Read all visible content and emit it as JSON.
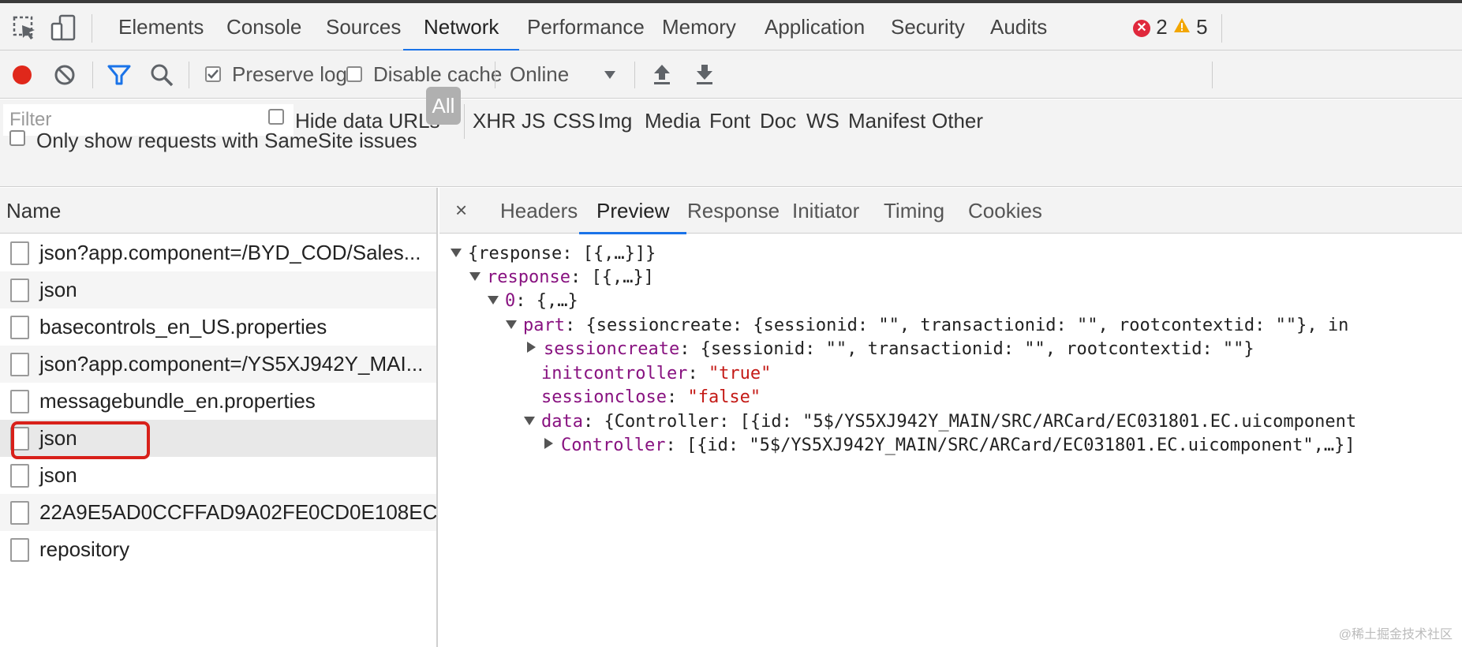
{
  "devtools_tabs": [
    "Elements",
    "Console",
    "Sources",
    "Network",
    "Performance",
    "Memory",
    "Application",
    "Security",
    "Audits"
  ],
  "active_tab": "Network",
  "counts": {
    "errors": "2",
    "warnings": "5"
  },
  "toolbar": {
    "preserve_log_label": "Preserve log",
    "preserve_log_checked": true,
    "disable_cache_label": "Disable cache",
    "disable_cache_checked": false,
    "throttling_value": "Online"
  },
  "filter": {
    "placeholder": "Filter",
    "hide_data_urls_label": "Hide data URLs",
    "types": [
      "All",
      "XHR",
      "JS",
      "CSS",
      "Img",
      "Media",
      "Font",
      "Doc",
      "WS",
      "Manifest",
      "Other"
    ],
    "active_type": "All",
    "samesite_label": "Only show requests with SameSite issues"
  },
  "request_list": {
    "header": "Name",
    "rows": [
      "json?app.component=/BYD_COD/Sales...",
      "json",
      "basecontrols_en_US.properties",
      "json?app.component=/YS5XJ942Y_MAI...",
      "messagebundle_en.properties",
      "json",
      "json",
      "22A9E5AD0CCFFAD9A02FE0CD0E108EC...",
      "repository"
    ],
    "selected_index": 5
  },
  "detail_tabs": [
    "Headers",
    "Preview",
    "Response",
    "Initiator",
    "Timing",
    "Cookies"
  ],
  "detail_active": "Preview",
  "close_symbol": "×",
  "preview_tree": {
    "l1": "{response: [{,…}]}",
    "l2_key": "response",
    "l2_val": ": [{,…}]",
    "l3_key": "0",
    "l3_val": ": {,…}",
    "l4_key": "part",
    "l4_val": ": {sessioncreate: {sessionid: \"\", transactionid: \"\", rootcontextid: \"\"}, in",
    "l5_key": "sessioncreate",
    "l5_val": ": {sessionid: \"\", transactionid: \"\", rootcontextid: \"\"}",
    "l6_key": "initcontroller",
    "l6_val": "\"true\"",
    "l7_key": "sessionclose",
    "l7_val": "\"false\"",
    "l8_key": "data",
    "l8_val": ": {Controller: [{id: \"5$/YS5XJ942Y_MAIN/SRC/ARCard/EC031801.EC.uicomponent",
    "l9_key": "Controller",
    "l9_val": ": [{id: \"5$/YS5XJ942Y_MAIN/SRC/ARCard/EC031801.EC.uicomponent\",…}]"
  },
  "watermark": "@稀土掘金技术社区",
  "colors": {
    "accent": "#1a73e8",
    "record": "#e0281b",
    "highlight": "#d8201a"
  }
}
